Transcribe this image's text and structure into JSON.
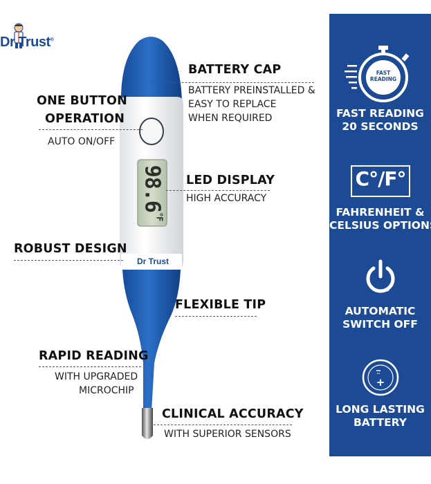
{
  "brand": {
    "logo_text": "Dr Trust",
    "logo_mark": "®",
    "device_brand": "Dr Trust"
  },
  "device": {
    "display_reading": "98.6",
    "display_unit": "°F"
  },
  "features": {
    "battery_cap": {
      "title": "BATTERY CAP",
      "lines": [
        "BATTERY PREINSTALLED &",
        "EASY TO REPLACE",
        "WHEN REQUIRED"
      ]
    },
    "one_button": {
      "title_lines": [
        "ONE BUTTON",
        "OPERATION"
      ],
      "subtitle": "AUTO ON/OFF"
    },
    "led_display": {
      "title": "LED DISPLAY",
      "subtitle": "HIGH ACCURACY"
    },
    "robust_design": {
      "title": "ROBUST DESIGN"
    },
    "flexible_tip": {
      "title": "FLEXIBLE TIP"
    },
    "rapid_reading": {
      "title": "RAPID READING",
      "lines": [
        "WITH UPGRADED",
        "MICROCHIP"
      ]
    },
    "clinical_accuracy": {
      "title": "CLINICAL ACCURACY",
      "subtitle": "WITH SUPERIOR SENSORS"
    }
  },
  "panel": {
    "background_color": "#1d4a94",
    "items": [
      {
        "icon": "stopwatch-icon",
        "icon_text": [
          "FAST",
          "READING"
        ],
        "lines": [
          "FAST READING",
          "20 SECONDS"
        ]
      },
      {
        "icon": "celsius-fahrenheit-icon",
        "icon_text": [
          "C°/F°"
        ],
        "lines": [
          "FAHRENHEIT &",
          "CELSIUS OPTIONS"
        ]
      },
      {
        "icon": "power-icon",
        "lines": [
          "AUTOMATIC",
          "SWITCH OFF"
        ]
      },
      {
        "icon": "battery-icon",
        "icon_text": [
          "+"
        ],
        "lines": [
          "LONG LASTING",
          "BATTERY"
        ]
      }
    ]
  },
  "colors": {
    "brand_blue": "#1d4a94",
    "device_blue": "#1f5fb5",
    "display_green": "#c9d6c0"
  }
}
